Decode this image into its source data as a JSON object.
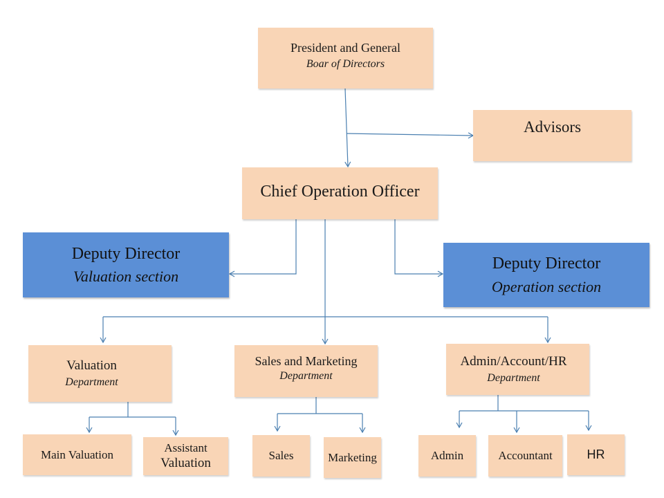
{
  "line_color": "#4a7fb0",
  "box_colors": {
    "peach": "#f9d5b6",
    "blue": "#5b8fd6"
  },
  "nodes": {
    "president": {
      "title": "President and General",
      "subtitle": "Boar of Directors"
    },
    "advisors": {
      "title": "Advisors"
    },
    "coo": {
      "title": "Chief Operation Officer"
    },
    "deputy_valuation": {
      "title": "Deputy Director",
      "subtitle": "Valuation section"
    },
    "deputy_operation": {
      "title": "Deputy Director",
      "subtitle": "Operation section"
    },
    "valuation_dept": {
      "title": "Valuation",
      "subtitle": "Department"
    },
    "sales_dept": {
      "title": "Sales and Marketing",
      "subtitle": "Department"
    },
    "admin_dept": {
      "title": "Admin/Account/HR",
      "subtitle": "Department"
    },
    "main_valuation": {
      "title": "Main Valuation"
    },
    "assistant_valuation": {
      "title": "Assistant",
      "title2": "Valuation"
    },
    "sales": {
      "title": "Sales"
    },
    "marketing": {
      "title": "Marketing"
    },
    "admin": {
      "title": "Admin"
    },
    "accountant": {
      "title": "Accountant"
    },
    "hr": {
      "title": "HR"
    }
  }
}
